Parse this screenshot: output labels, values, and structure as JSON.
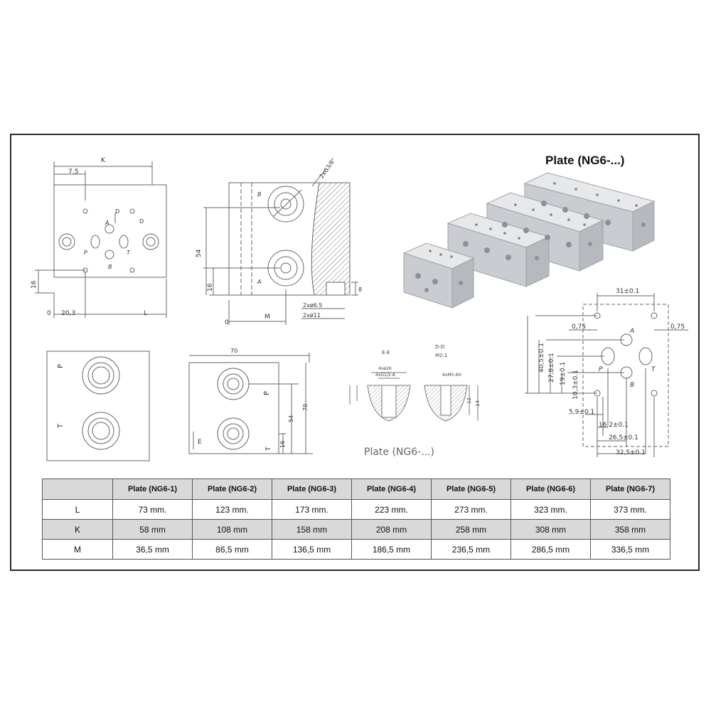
{
  "title": "Plate (NG6-...)",
  "drawings": {
    "front": {
      "k": "K",
      "dim_7_5": "7.5",
      "dim_16": "16",
      "dim_0": "0",
      "dim_20_3": "20,3",
      "l": "L",
      "p": "P",
      "a": "A",
      "b": "B",
      "t": "T",
      "d1": "D",
      "d2": "D"
    },
    "side": {
      "thread": "2xG3/8\"",
      "b": "B",
      "dim_54": "54",
      "dim_16": "16",
      "a": "A",
      "dim_8": "8",
      "dia_6_5": "2xø6.5",
      "dia_11": "2xø11",
      "zero": "0",
      "m": "M"
    },
    "bottom1": {
      "p": "P",
      "t": "T"
    },
    "bottom2": {
      "dim_70_top": "70",
      "p": "P",
      "dim_54": "54",
      "dim_70": "70",
      "dim_16": "16",
      "e": "E",
      "t": "T"
    },
    "sections": {
      "ee": "E-E",
      "dd": "D-D",
      "scale": "M2:1",
      "e1": "4xø26",
      "e2": "4xG1/2-A",
      "d1": "4xM5-6H",
      "v1": "12",
      "v2": "14",
      "caption": "Plate (NG6-...)"
    },
    "port": {
      "d31": "31±0.1",
      "d075a": "0,75",
      "d075b": "0,75",
      "d405": "40,5±0.1",
      "d278": "27,8±0.1",
      "d19": "19±0.1",
      "d103": "10,3±0.1",
      "d59": "5,9±0.1",
      "d162": "16,2±0.1",
      "d265": "26,5±0.1",
      "d325": "32,5±0.1",
      "a": "A",
      "b": "B",
      "p": "P",
      "t": "T"
    }
  },
  "table": {
    "headers": [
      "",
      "Plate (NG6-1)",
      "Plate (NG6-2)",
      "Plate (NG6-3)",
      "Plate (NG6-4)",
      "Plate (NG6-5)",
      "Plate (NG6-6)",
      "Plate (NG6-7)"
    ],
    "rows": [
      {
        "label": "L",
        "cells": [
          "73 mm.",
          "123 mm.",
          "173 mm.",
          "223 mm.",
          "273 mm.",
          "323 mm.",
          "373 mm."
        ]
      },
      {
        "label": "K",
        "cells": [
          "58 mm",
          "108 mm",
          "158 mm",
          "208 mm",
          "258 mm",
          "308 mm",
          "358 mm"
        ]
      },
      {
        "label": "M",
        "cells": [
          "36,5 mm",
          "86,5 mm",
          "136,5 mm",
          "186,5 mm",
          "236,5 mm",
          "286,5 mm",
          "336,5 mm"
        ]
      }
    ]
  },
  "colors": {
    "line": "#555555",
    "metal_light": "#e6e8ea",
    "metal_mid": "#c9ccd0",
    "metal_dark": "#9ea3a8"
  }
}
